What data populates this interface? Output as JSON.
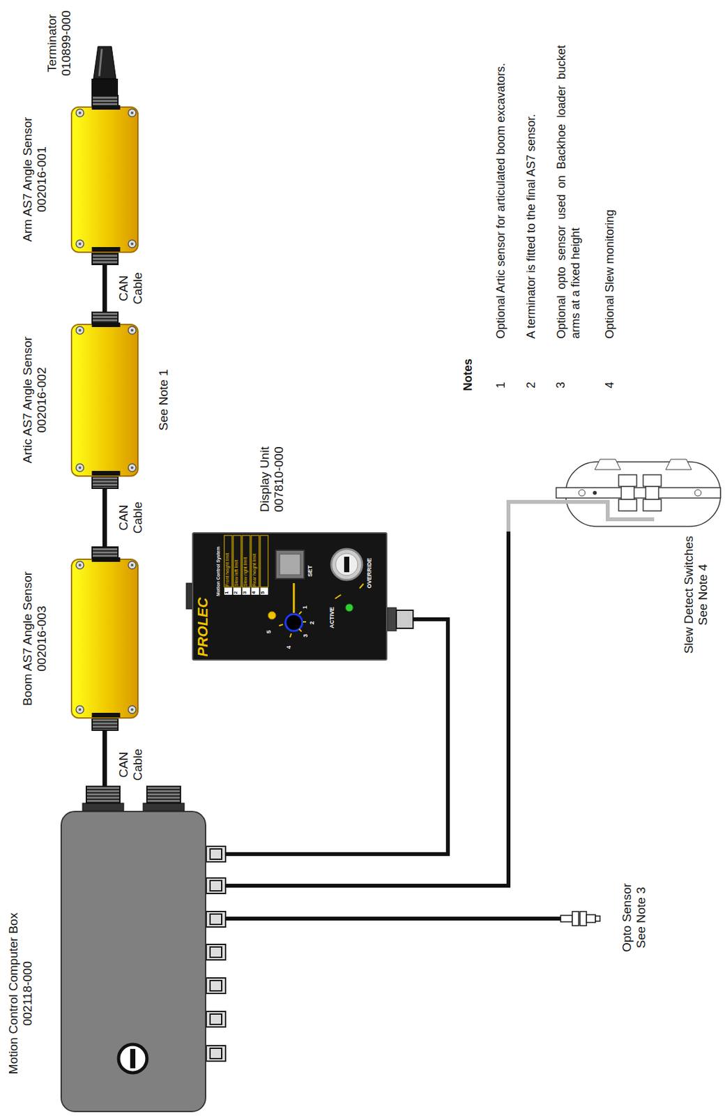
{
  "diagram": {
    "nodes": [
      {
        "text": [
          "Motion Control Computer Box",
          "002118-000"
        ]
      },
      {
        "text": [
          "Boom AS7 Angle Sensor",
          "002016-003"
        ]
      },
      {
        "text": [
          "Artic AS7 Angle Sensor",
          "002016-002",
          "See Note 1"
        ]
      },
      {
        "text": [
          "Arm AS7 Angle Sensor",
          "002016-001"
        ]
      },
      {
        "text": [
          "Terminator",
          "010899-000"
        ]
      },
      {
        "text": [
          "Display Unit",
          "007810-000"
        ]
      },
      {
        "text": [
          "Opto Sensor",
          "See Note 3"
        ]
      },
      {
        "text": [
          "Slew Detect Switches",
          "See Note 4"
        ]
      }
    ],
    "edges": [
      {
        "from": 0,
        "to": 1,
        "label": "CAN Cable",
        "arrow": "none"
      },
      {
        "from": 1,
        "to": 2,
        "label": "CAN Cable",
        "arrow": "none"
      },
      {
        "from": 2,
        "to": 3,
        "label": "CAN Cable",
        "arrow": "none"
      },
      {
        "from": 3,
        "to": 4,
        "arrow": "none"
      },
      {
        "from": 0,
        "to": 5,
        "arrow": "none"
      },
      {
        "from": 0,
        "to": 7,
        "arrow": "none"
      },
      {
        "from": 0,
        "to": 6,
        "arrow": "none"
      }
    ],
    "labels": [
      "Notes",
      "1",
      "Optional Artic sensor for articulated boom excavators.",
      "2",
      "A terminator is fitted to the final AS7 sensor.",
      "3",
      "Optional opto sensor used on Backhoe loader bucket arms at a fixed height",
      "4",
      "Optional Slew monitoring",
      "PROLEC",
      "Motion Control System",
      "1",
      "Front height limit",
      "2",
      "Slew left limit",
      "3",
      "Slew right limit",
      "4",
      "Rear height limit",
      "5",
      "SET",
      "ACTIVE",
      "OVERRIDE",
      "5",
      "4",
      "3",
      "2",
      "1"
    ]
  }
}
